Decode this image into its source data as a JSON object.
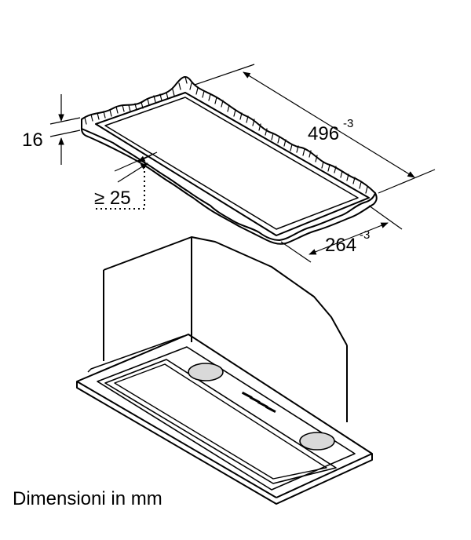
{
  "dimensions": {
    "length": {
      "value": "496",
      "tolerance": "-3"
    },
    "width": {
      "value": "264",
      "tolerance": "-3"
    },
    "frame_thickness": {
      "value": "16"
    },
    "min_clearance": {
      "value": "≥ 25"
    }
  },
  "caption": "Dimensioni in mm"
}
